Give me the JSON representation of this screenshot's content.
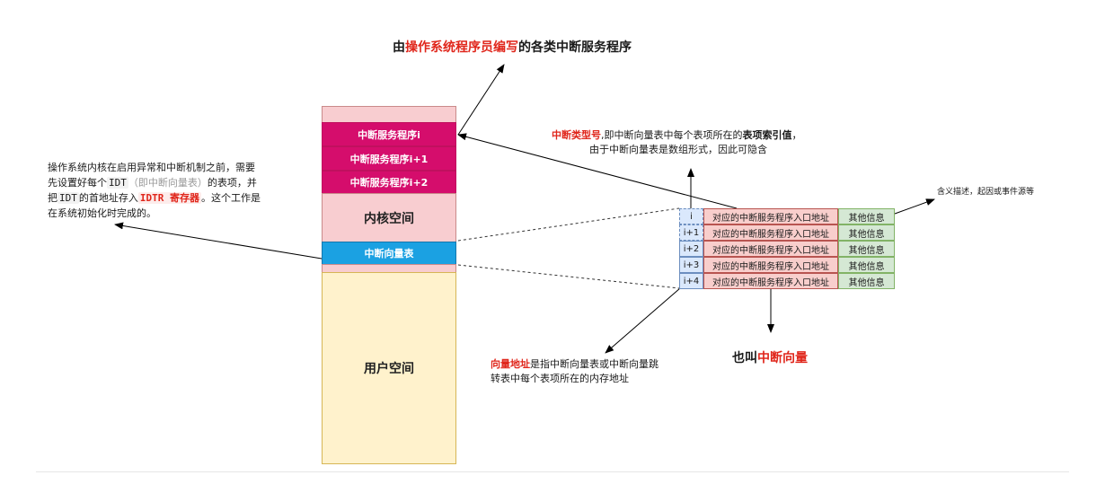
{
  "top_title": {
    "prefix": "由",
    "highlight": "操作系统程序员编写",
    "suffix": "的各类中断服务程序"
  },
  "memory": {
    "isr_i": "中断服务程序i",
    "isr_i1": "中断服务程序i+1",
    "isr_i2": "中断服务程序i+2",
    "kernel_space": "内核空间",
    "vector_table": "中断向量表",
    "user_space": "用户空间"
  },
  "left_note": {
    "p1": "操作系统内核在启用异常和中断机制之前，需要先设置好每个",
    "idt1": "IDT",
    "p2": "（即中断向量表）",
    "p3": "的表项，并把",
    "idt2": "IDT",
    "p4": "的首地址存入",
    "idtr": "IDTR 寄存器",
    "p5": "。这个工作是在系统初始化时完成的。"
  },
  "type_note": {
    "highlight": "中断类型号",
    "mid": ",即中断向量表中每个表项所在的",
    "bold": "表项索引值",
    "end": "，",
    "line2": "由于中断向量表是数组形式，因此可隐含"
  },
  "desc_note": "含义描述，起因或事件源等",
  "vector_table": {
    "rows": [
      {
        "idx": "i",
        "addr": "对应的中断服务程序入口地址",
        "info": "其他信息"
      },
      {
        "idx": "i+1",
        "addr": "对应的中断服务程序入口地址",
        "info": "其他信息"
      },
      {
        "idx": "i+2",
        "addr": "对应的中断服务程序入口地址",
        "info": "其他信息"
      },
      {
        "idx": "i+3",
        "addr": "对应的中断服务程序入口地址",
        "info": "其他信息"
      },
      {
        "idx": "i+4",
        "addr": "对应的中断服务程序入口地址",
        "info": "其他信息"
      }
    ]
  },
  "vector_addr_note": {
    "highlight": "向量地址",
    "rest1": "是指中断向量表或中断向量跳",
    "line2": "转表中每个表项所在的内存地址"
  },
  "also_called": {
    "prefix": "也叫",
    "highlight": "中断向量"
  }
}
